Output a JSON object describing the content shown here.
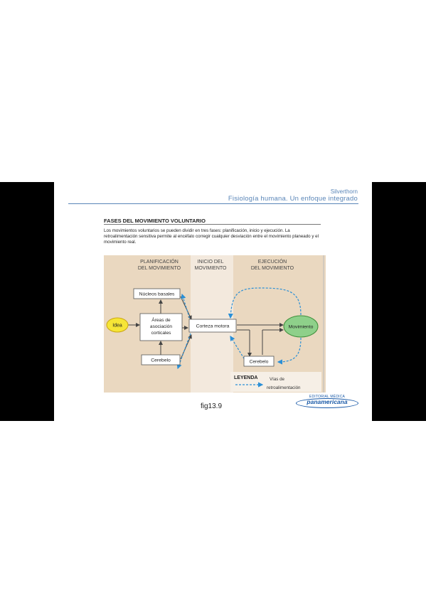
{
  "header": {
    "author": "Silverthorn",
    "book_title": "Fisiología humana. Un enfoque integrado"
  },
  "figure": {
    "title": "FASES DEL MOVIMIENTO VOLUNTARIO",
    "description": "Los movimientos voluntarios se pueden dividir en tres fases: planificación, inicio y ejecución. La retroalimentación sensitiva permite al encéfalo corregir cualquier desviación entre el movimiento planeado y el movimiento real.",
    "caption": "fig13.9"
  },
  "diagram": {
    "phases": {
      "planning_line1": "PLANIFICACIÓN",
      "planning_line2": "DEL MOVIMIENTO",
      "initiation_line1": "INICIO DEL",
      "initiation_line2": "MOVIMIENTO",
      "execution_line1": "EJECUCIÓN",
      "execution_line2": "DEL MOVIMIENTO"
    },
    "nodes": {
      "idea": "Idea",
      "basal_nuclei": "Núcleos basales",
      "association_line1": "Áreas de",
      "association_line2": "asociación",
      "association_line3": "corticales",
      "motor_cortex": "Corteza motora",
      "cerebellum_left": "Cerebelo",
      "cerebellum_right": "Cerebelo",
      "movement": "Movimiento"
    },
    "legend": {
      "title": "LEYENDA",
      "line1": "Vías de",
      "line2": "retroalimentación"
    },
    "colors": {
      "panel": "#ead8c0",
      "middle_band": "#f3e9dd",
      "idea_fill": "#f6e536",
      "movement_fill": "#8ed08a",
      "feedback": "#2a8fd6"
    }
  },
  "publisher": {
    "top_label": "EDITORIAL MÉDICA",
    "name": "panamericana"
  }
}
